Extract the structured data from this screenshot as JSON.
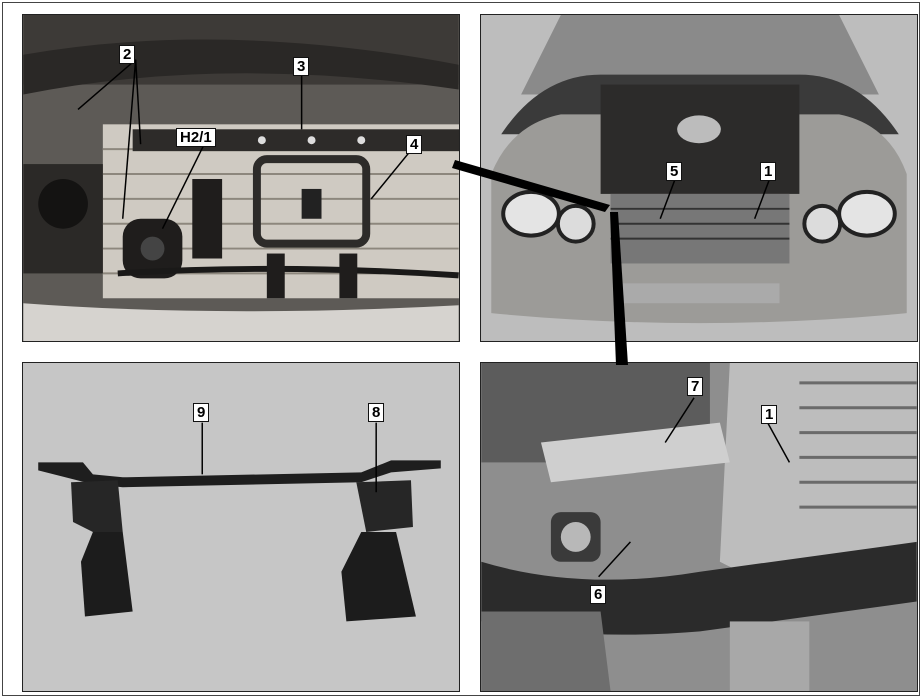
{
  "figure": {
    "panels": [
      {
        "id": "top-left",
        "callouts": [
          "2",
          "3",
          "4",
          "H2/1"
        ]
      },
      {
        "id": "top-right",
        "callouts": [
          "5",
          "1"
        ]
      },
      {
        "id": "bottom-left",
        "callouts": [
          "9",
          "8"
        ]
      },
      {
        "id": "bottom-right",
        "callouts": [
          "7",
          "1",
          "6"
        ]
      }
    ]
  },
  "callouts": {
    "tl_2": "2",
    "tl_3": "3",
    "tl_4": "4",
    "tl_h21": "H2/1",
    "tr_5": "5",
    "tr_1": "1",
    "bl_9": "9",
    "bl_8": "8",
    "br_7": "7",
    "br_1": "1",
    "br_6": "6"
  }
}
